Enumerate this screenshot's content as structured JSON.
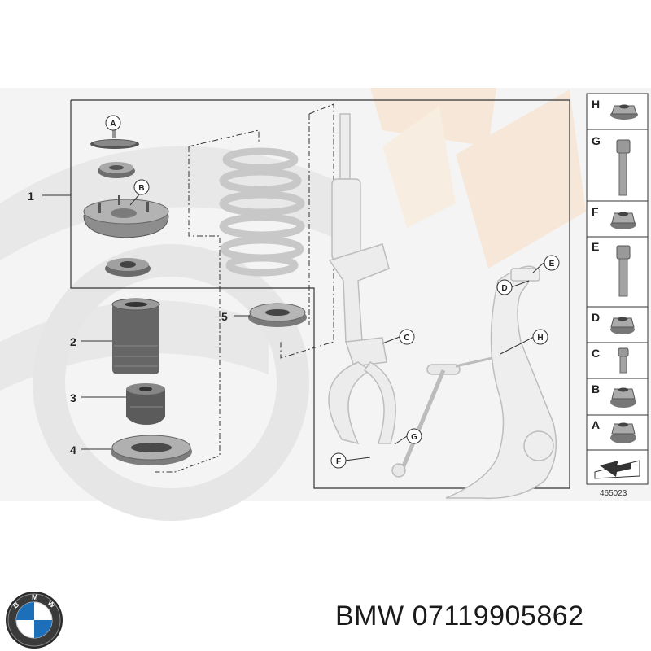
{
  "diagram": {
    "part_numbers": [
      {
        "id": "p1",
        "label": "1"
      },
      {
        "id": "p2",
        "label": "2"
      },
      {
        "id": "p3",
        "label": "3"
      },
      {
        "id": "p4",
        "label": "4"
      },
      {
        "id": "p5",
        "label": "5"
      }
    ],
    "callouts": [
      "A",
      "B",
      "C",
      "D",
      "E",
      "F",
      "G",
      "H"
    ],
    "sidebar_items": [
      "H",
      "G",
      "F",
      "E",
      "D",
      "C",
      "B",
      "A"
    ],
    "reference_number": "465023"
  },
  "caption": {
    "brand": "BMW",
    "part_number": "07119905862"
  },
  "logo": {
    "letters": [
      "B",
      "M",
      "W"
    ]
  },
  "colors": {
    "line": "#333333",
    "part_fill": "#9a9a9a",
    "ghost": "#e9e9e9",
    "beige": "#f6e7d8"
  }
}
